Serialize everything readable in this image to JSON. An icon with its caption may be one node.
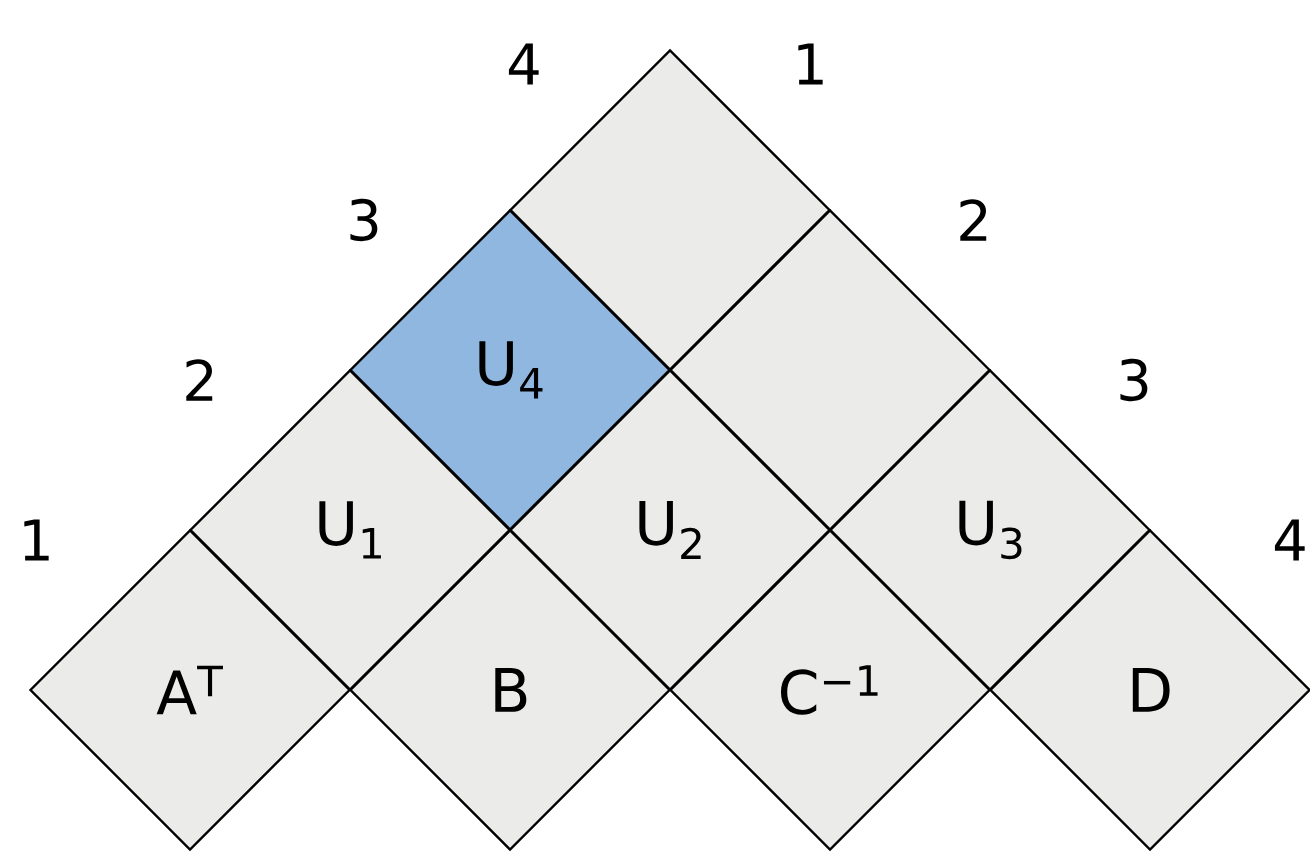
{
  "diagram": {
    "nodes": [
      {
        "text": [],
        "shape": "diamond"
      },
      {
        "text": [
          "U$_{4}$"
        ]
      },
      {
        "text": [],
        "shape": "diamond"
      },
      {
        "text": [
          "U$_{1}$"
        ]
      },
      {
        "text": [
          "U$_{2}$"
        ]
      },
      {
        "text": [
          "U$_{3}$"
        ]
      },
      {
        "text": [
          "A$^{T}$"
        ]
      },
      {
        "text": [
          "B"
        ]
      },
      {
        "text": [
          "C$^{−1}$"
        ]
      },
      {
        "text": [
          "D"
        ]
      }
    ],
    "labels": [
      "4",
      "1",
      "3",
      "2",
      "2",
      "3",
      "1",
      "4"
    ]
  }
}
